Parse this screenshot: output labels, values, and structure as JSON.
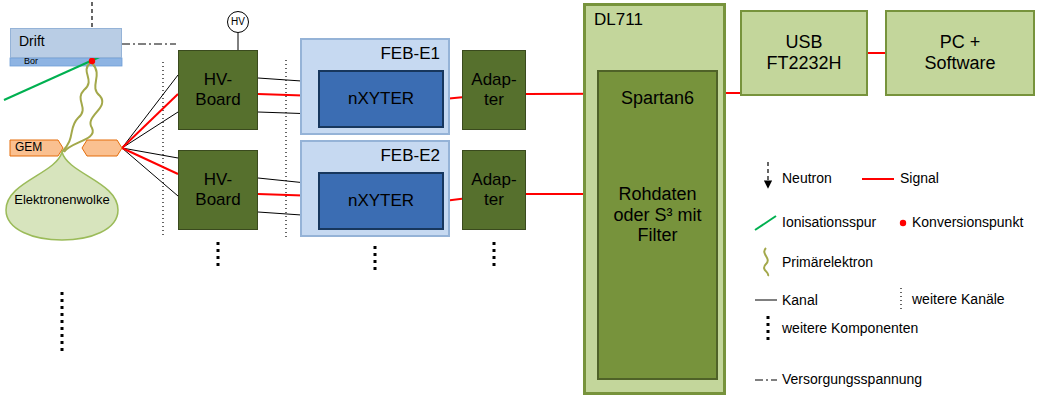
{
  "diagram": {
    "nodes": [
      {
        "text": [
          "Drift"
        ]
      },
      {
        "text": [
          "GEM"
        ]
      },
      {
        "text": [
          "Elektronenwolke"
        ]
      },
      {
        "text": [
          "HV"
        ]
      },
      {
        "text": [
          "HV-Board"
        ]
      },
      {
        "text": [
          "FEB-E1"
        ]
      },
      {
        "text": [
          "nXYTER"
        ],
        "in": 5
      },
      {
        "text": [
          "HV-Board"
        ]
      },
      {
        "text": [
          "FEB-E2"
        ]
      },
      {
        "text": [
          "nXYTER"
        ],
        "in": 8
      },
      {
        "text": [
          "Adap-ter"
        ]
      },
      {
        "text": [
          "Adap-ter"
        ]
      },
      {
        "text": [
          "DL711"
        ]
      },
      {
        "text": [
          "Spartan6",
          "Rohdaten oder S³ mit Filter"
        ],
        "in": 12
      },
      {
        "text": [
          "USB FT2232H"
        ]
      },
      {
        "text": [
          "PC + Software"
        ]
      }
    ],
    "edges": [
      {
        "from": 1,
        "to": 4,
        "arrow": "none"
      },
      {
        "from": 1,
        "to": 7,
        "arrow": "none"
      },
      {
        "from": 3,
        "to": 4,
        "arrow": "none"
      },
      {
        "from": 4,
        "to": 6,
        "arrow": "none"
      },
      {
        "from": 7,
        "to": 9,
        "arrow": "none"
      },
      {
        "from": 6,
        "to": 10,
        "arrow": "none"
      },
      {
        "from": 9,
        "to": 11,
        "arrow": "none"
      },
      {
        "from": 10,
        "to": 13,
        "arrow": "none"
      },
      {
        "from": 11,
        "to": 13,
        "arrow": "none"
      },
      {
        "from": 13,
        "to": 14,
        "arrow": "none"
      },
      {
        "from": 14,
        "to": 15,
        "arrow": "none"
      }
    ],
    "labels": [
      "Bor"
    ],
    "legend": [
      {
        "text": "Neutron"
      },
      {
        "text": "Signal"
      },
      {
        "text": "Ionisationsspur"
      },
      {
        "text": "Konversionspunkt"
      },
      {
        "text": "Primärelektron"
      },
      {
        "text": "Kanal"
      },
      {
        "text": "weitere Kanäle"
      },
      {
        "text": "weitere Komponenten"
      },
      {
        "text": "Versorgungsspannung"
      }
    ]
  }
}
